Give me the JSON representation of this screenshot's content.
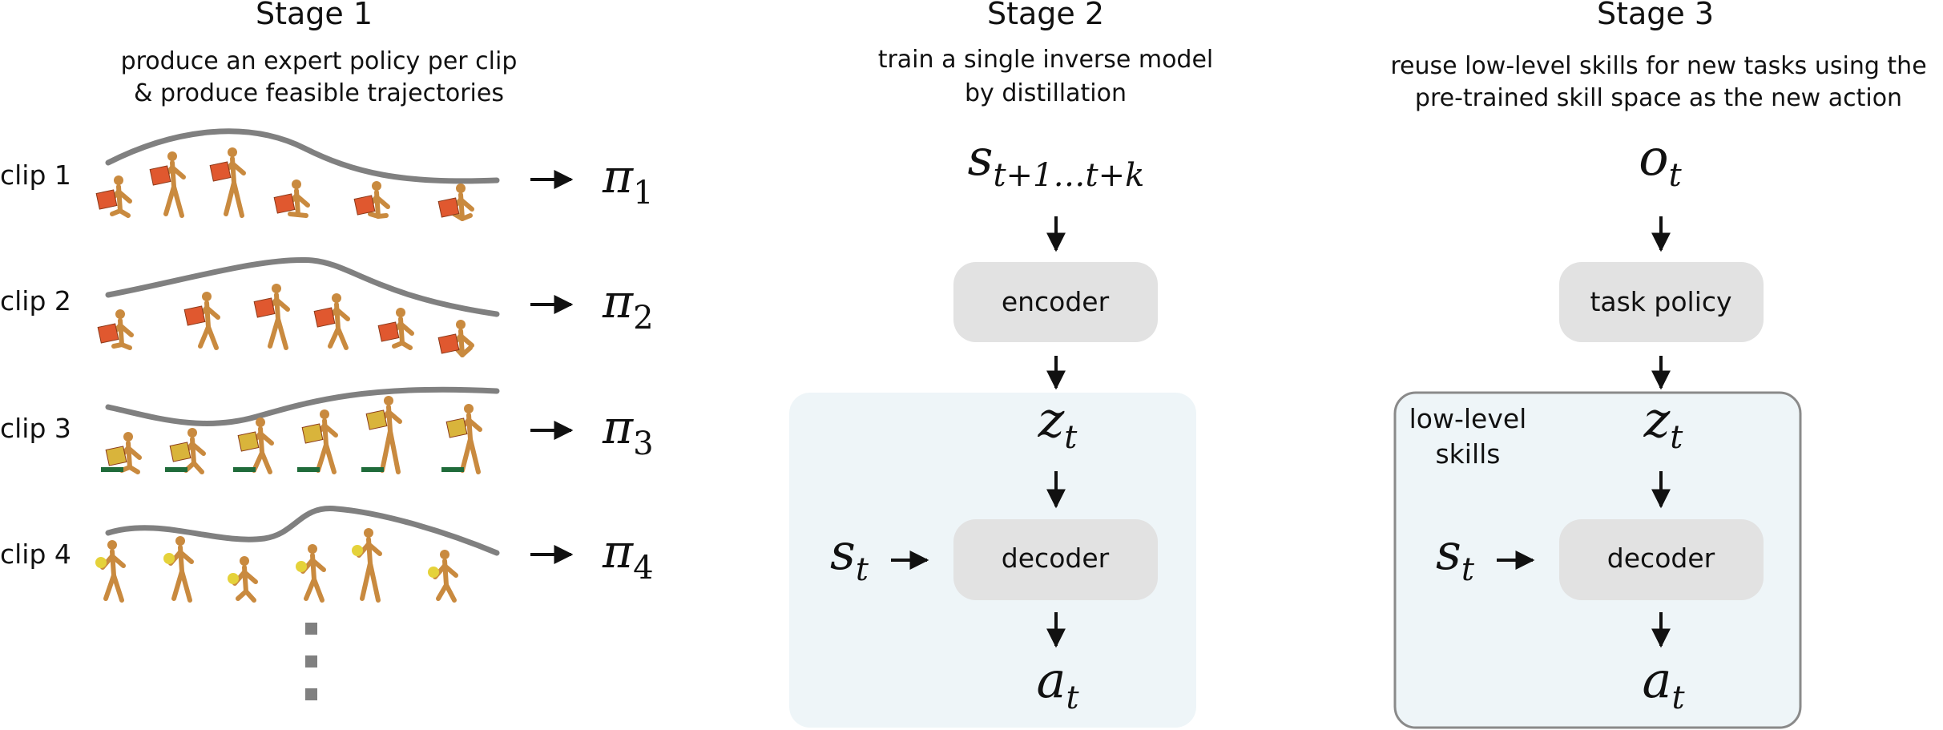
{
  "stage1": {
    "title": "Stage 1",
    "subtitle_line1": "produce an expert policy per clip",
    "subtitle_line2": "& produce feasible trajectories",
    "clips": [
      {
        "label": "clip 1",
        "policy_symbol": "π",
        "policy_index": "1",
        "figure_color": "#e0582f",
        "prop": "box"
      },
      {
        "label": "clip 2",
        "policy_symbol": "π",
        "policy_index": "2",
        "figure_color": "#e0582f",
        "prop": "box"
      },
      {
        "label": "clip 3",
        "policy_symbol": "π",
        "policy_index": "3",
        "figure_color": "#d9b43b",
        "prop": "box-pad"
      },
      {
        "label": "clip 4",
        "policy_symbol": "π",
        "policy_index": "4",
        "figure_color": "#e5d23a",
        "prop": "ball"
      }
    ]
  },
  "stage2": {
    "title": "Stage 2",
    "subtitle_line1": "train a single inverse model",
    "subtitle_line2": "by distillation",
    "input_base": "s",
    "input_sub": "t+1…t+k",
    "encoder_label": "encoder",
    "latent_base": "z",
    "latent_sub": "t",
    "state_base": "s",
    "state_sub": "t",
    "decoder_label": "decoder",
    "action_base": "a",
    "action_sub": "t"
  },
  "stage3": {
    "title": "Stage 3",
    "subtitle_line1": "reuse low-level skills for new tasks using the",
    "subtitle_line2": "pre-trained skill space as the new action",
    "input_base": "o",
    "input_sub": "t",
    "policy_label": "task policy",
    "box_label_line1": "low-level",
    "box_label_line2": "skills",
    "latent_base": "z",
    "latent_sub": "t",
    "state_base": "s",
    "state_sub": "t",
    "decoder_label": "decoder",
    "action_base": "a",
    "action_sub": "t"
  },
  "colors": {
    "node_fill": "#e2e2e2",
    "panel_fill": "#eef5f8",
    "panel_border": "#8a8a8a",
    "trajectory": "#808080",
    "figure_body": "#c98a3f"
  }
}
